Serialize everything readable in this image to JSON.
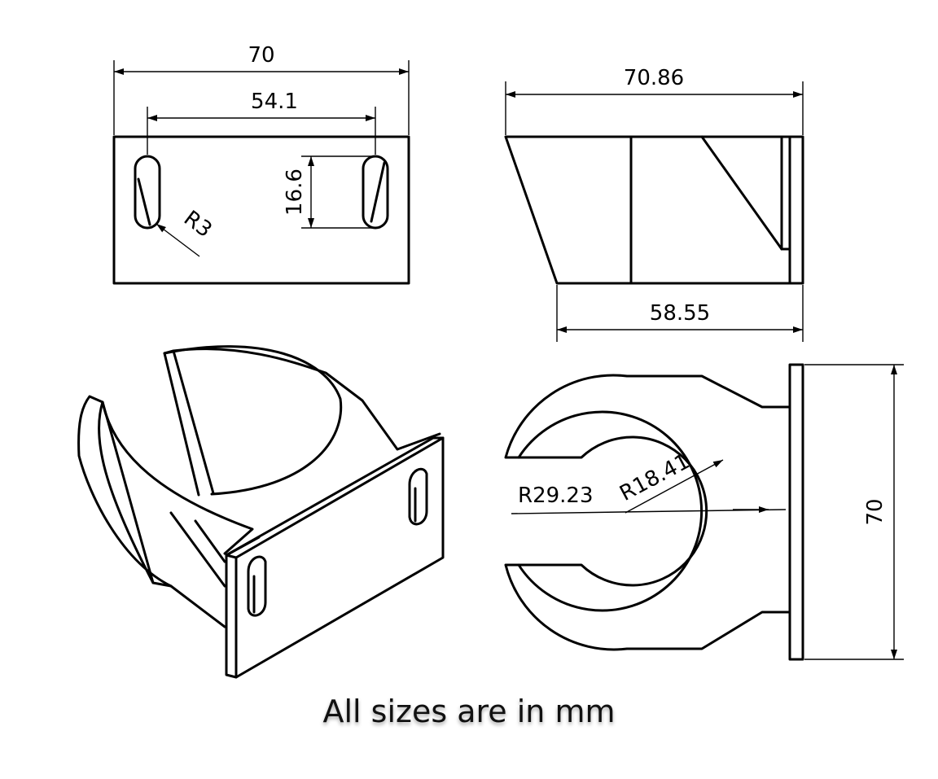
{
  "dimensions": {
    "front_width": "70",
    "slot_spacing": "54.1",
    "slot_length": "16.6",
    "slot_radius": "R3",
    "side_depth_top": "70.86",
    "side_depth_bottom": "58.55",
    "outer_radius": "R29.23",
    "inner_radius": "R18.41",
    "top_height": "70"
  },
  "caption": "All sizes are in mm",
  "colors": {
    "line": "#000000",
    "background": "#ffffff"
  }
}
